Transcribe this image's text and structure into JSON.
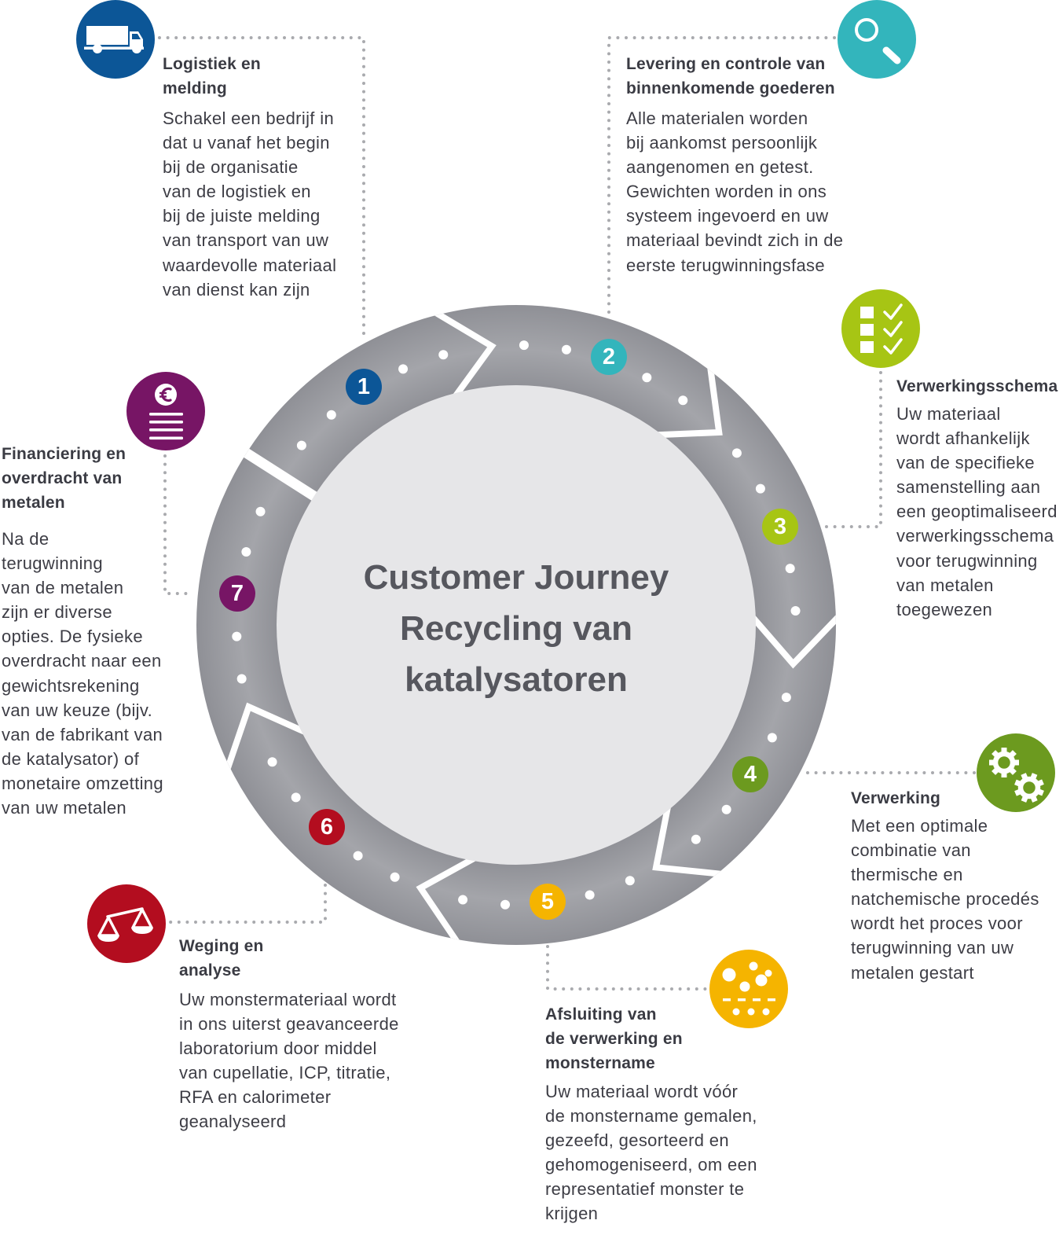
{
  "center_title": {
    "lines": [
      "Customer Journey",
      "Recycling van",
      "katalysatoren"
    ]
  },
  "colors": {
    "ring_edge": "#8f9096",
    "ring_mid": "#a4a5aa",
    "center_disk": "#e6e6e8",
    "connector": "#a9aaae",
    "divider": "#ffffff"
  },
  "steps": [
    {
      "number": "1",
      "color": "#0c5697",
      "icon": "truck-icon",
      "title_lines": [
        "Logistiek en",
        "melding"
      ],
      "body_lines": [
        "Schakel een bedrijf in",
        "dat u vanaf het begin",
        "bij de organisatie",
        "van de logistiek en",
        "bij de juiste melding",
        "van transport van uw",
        "waardevolle materiaal",
        "van dienst kan zijn"
      ]
    },
    {
      "number": "2",
      "color": "#33b5bc",
      "icon": "magnifier-icon",
      "title_lines": [
        "Levering en controle van",
        "binnenkomende goederen"
      ],
      "body_lines": [
        "Alle materialen worden",
        "bij aankomst persoonlijk",
        "aangenomen en getest.",
        "Gewichten worden in ons",
        "systeem ingevoerd en uw",
        "materiaal bevindt zich in de",
        "eerste terugwinningsfase"
      ]
    },
    {
      "number": "3",
      "color": "#a7c514",
      "icon": "checklist-icon",
      "title_lines": [
        "Verwerkingsschema"
      ],
      "body_lines": [
        "Uw materiaal",
        "wordt afhankelijk",
        "van de specifieke",
        "samenstelling aan",
        "een geoptimaliseerd",
        "verwerkingsschema",
        "voor terugwinning",
        "van metalen",
        "toegewezen"
      ]
    },
    {
      "number": "4",
      "color": "#6c9a1f",
      "icon": "gears-icon",
      "title_lines": [
        "Verwerking"
      ],
      "body_lines": [
        "Met een optimale",
        "combinatie van",
        "thermische en",
        "natchemische procedés",
        "wordt het proces voor",
        "terugwinning van uw",
        "metalen gestart"
      ]
    },
    {
      "number": "5",
      "color": "#f5b400",
      "icon": "particles-sieve-icon",
      "title_lines": [
        "Afsluiting van",
        "de verwerking en",
        "monstername"
      ],
      "body_lines": [
        "Uw materiaal wordt vóór",
        "de monstername gemalen,",
        "gezeefd, gesorteerd en",
        "gehomogeniseerd, om een",
        "representatief monster te",
        "krijgen"
      ]
    },
    {
      "number": "6",
      "color": "#b30d1f",
      "icon": "scales-icon",
      "title_lines": [
        "Weging en",
        "analyse"
      ],
      "body_lines": [
        "Uw monstermateriaal wordt",
        "in ons uiterst geavanceerde",
        "laboratorium door middel",
        "van cupellatie, ICP, titratie,",
        "RFA en calorimeter",
        "geanalyseerd"
      ]
    },
    {
      "number": "7",
      "color": "#771565",
      "icon": "euro-document-icon",
      "title_lines": [
        "Financiering en",
        "overdracht van",
        "metalen"
      ],
      "body_lines": [
        "Na de",
        "terugwinning",
        "van de metalen",
        "zijn er diverse",
        "opties. De fysieke",
        "overdracht naar een",
        "gewichtsrekening",
        "van uw keuze (bijv.",
        "van de fabrikant van",
        "de katalysator) of",
        "monetaire omzetting",
        "van uw metalen"
      ]
    }
  ]
}
